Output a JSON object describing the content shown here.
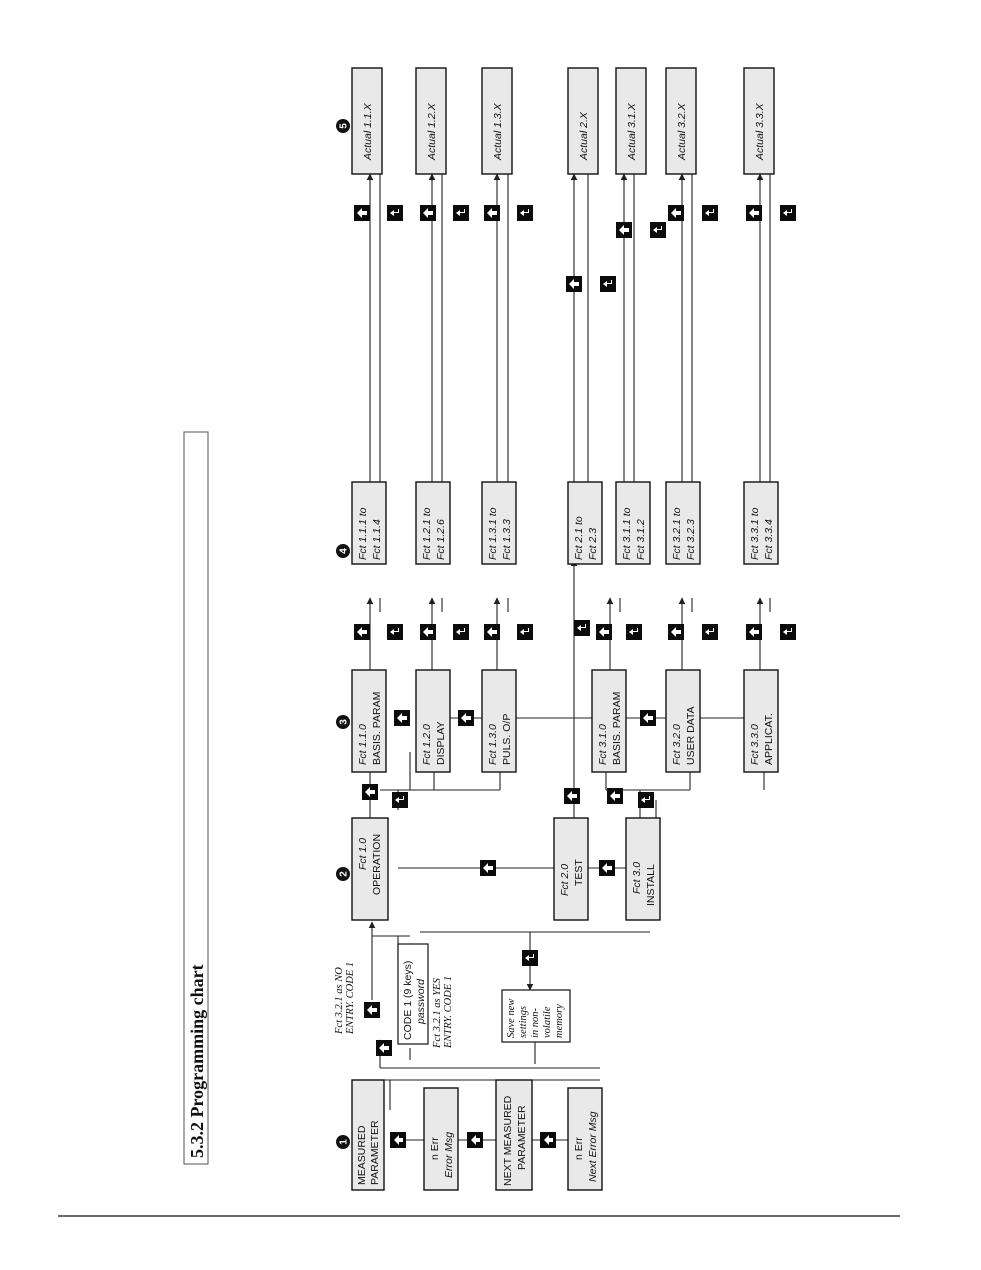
{
  "section_title": "5.3.2 Programming chart",
  "column_markers": [
    "1",
    "2",
    "3",
    "4",
    "5"
  ],
  "level1": {
    "measured": [
      "MEASURED",
      "PARAMETER"
    ],
    "error": [
      "n Err",
      "Error Msg"
    ],
    "next_measured": [
      "NEXT MEASURED",
      "PARAMETER"
    ],
    "next_error": [
      "n Err",
      "Next Error Msg"
    ],
    "code_box": [
      "CODE 1 (9 keys)",
      "password"
    ],
    "note_no": [
      "Fct 3.2.1 as NO",
      "ENTRY. CODE 1"
    ],
    "note_yes": [
      "Fct 3.2.1 as YES",
      "ENTRY. CODE 1"
    ],
    "save_box": [
      "Save new",
      "settings",
      "in non-",
      "volatile",
      "memory"
    ]
  },
  "level2": [
    {
      "line1": "Fct 1.0",
      "line2": "OPERATION"
    },
    {
      "line1": "Fct 2.0",
      "line2": "TEST"
    },
    {
      "line1": "Fct 3.0",
      "line2": "INSTALL"
    }
  ],
  "level3": [
    {
      "line1": "Fct 1.1.0",
      "line2": "BASIS. PARAM"
    },
    {
      "line1": "Fct 1.2.0",
      "line2": "DISPLAY"
    },
    {
      "line1": "Fct 1.3.0",
      "line2": "PULS. O/P"
    },
    {
      "line1": "Fct 3.1.0",
      "line2": "BASIS. PARAM"
    },
    {
      "line1": "Fct 3.2.0",
      "line2": "USER DATA"
    },
    {
      "line1": "Fct 3.3.0",
      "line2": "APPLICAT."
    }
  ],
  "level4": [
    {
      "line1": "Fct 1.1.1 to",
      "line2": "Fct 1.1.4"
    },
    {
      "line1": "Fct 1.2.1 to",
      "line2": "Fct 1.2.6"
    },
    {
      "line1": "Fct 1.3.1 to",
      "line2": "Fct 1.3.3"
    },
    {
      "line1": "Fct 2.1 to",
      "line2": "Fct 2.3"
    },
    {
      "line1": "Fct 3.1.1 to",
      "line2": "Fct 3.1.2"
    },
    {
      "line1": "Fct 3.2.1 to",
      "line2": "Fct 3.2.3"
    },
    {
      "line1": "Fct 3.3.1 to",
      "line2": "Fct 3.3.4"
    }
  ],
  "level5": [
    "Actual 1.1.X",
    "Actual 1.2.X",
    "Actual 1.3.X",
    "Actual 2.X",
    "Actual 3.1.X",
    "Actual 3.2.X",
    "Actual 3.3.X"
  ]
}
